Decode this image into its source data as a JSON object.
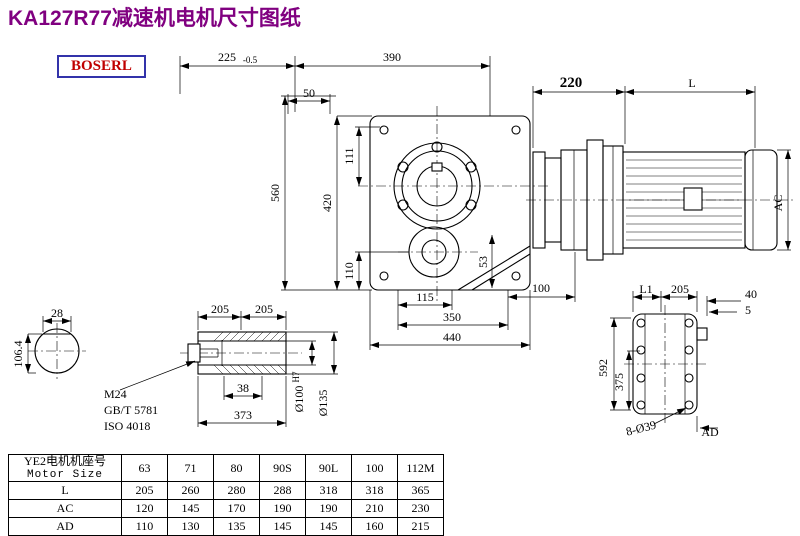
{
  "page": {
    "title": "KA127R77减速机电机尺寸图纸",
    "logo": "BOSERL"
  },
  "dims": {
    "top_50": "50",
    "top_225": "225",
    "top_225_tol": "-0.5",
    "top_390": "390",
    "top_220": "220",
    "top_L": "L",
    "left_560": "560",
    "left_420": "420",
    "left_111": "111",
    "left_110": "110",
    "inner_53": "53",
    "bottom_115": "115",
    "bottom_100": "100",
    "bottom_350": "350",
    "bottom_440": "440",
    "right_AC": "AC",
    "shaft_28": "28",
    "shaft_106": "106.4",
    "detail_205a": "205",
    "detail_205b": "205",
    "detail_m24": "M24",
    "detail_gbt": "GB/T 5781",
    "detail_iso": "ISO 4018",
    "detail_38": "38",
    "detail_373": "373",
    "detail_phi100": "Ø100",
    "detail_phi100_sup": "H7",
    "detail_phi135": "Ø135",
    "flange_L1": "L1",
    "flange_205": "205",
    "flange_40": "40",
    "flange_5": "5",
    "flange_592": "592",
    "flange_375": "375",
    "flange_bolt": "8-Ø39",
    "flange_AD": "AD"
  },
  "table": {
    "header_cn": "YE2电机机座号",
    "header_en": "Motor Size",
    "sizes": [
      "63",
      "71",
      "80",
      "90S",
      "90L",
      "100",
      "112M"
    ],
    "rows": [
      {
        "label": "L",
        "values": [
          "205",
          "260",
          "280",
          "288",
          "318",
          "318",
          "365"
        ]
      },
      {
        "label": "AC",
        "values": [
          "120",
          "145",
          "170",
          "190",
          "190",
          "210",
          "230"
        ]
      },
      {
        "label": "AD",
        "values": [
          "110",
          "130",
          "135",
          "145",
          "145",
          "160",
          "215"
        ]
      }
    ]
  }
}
